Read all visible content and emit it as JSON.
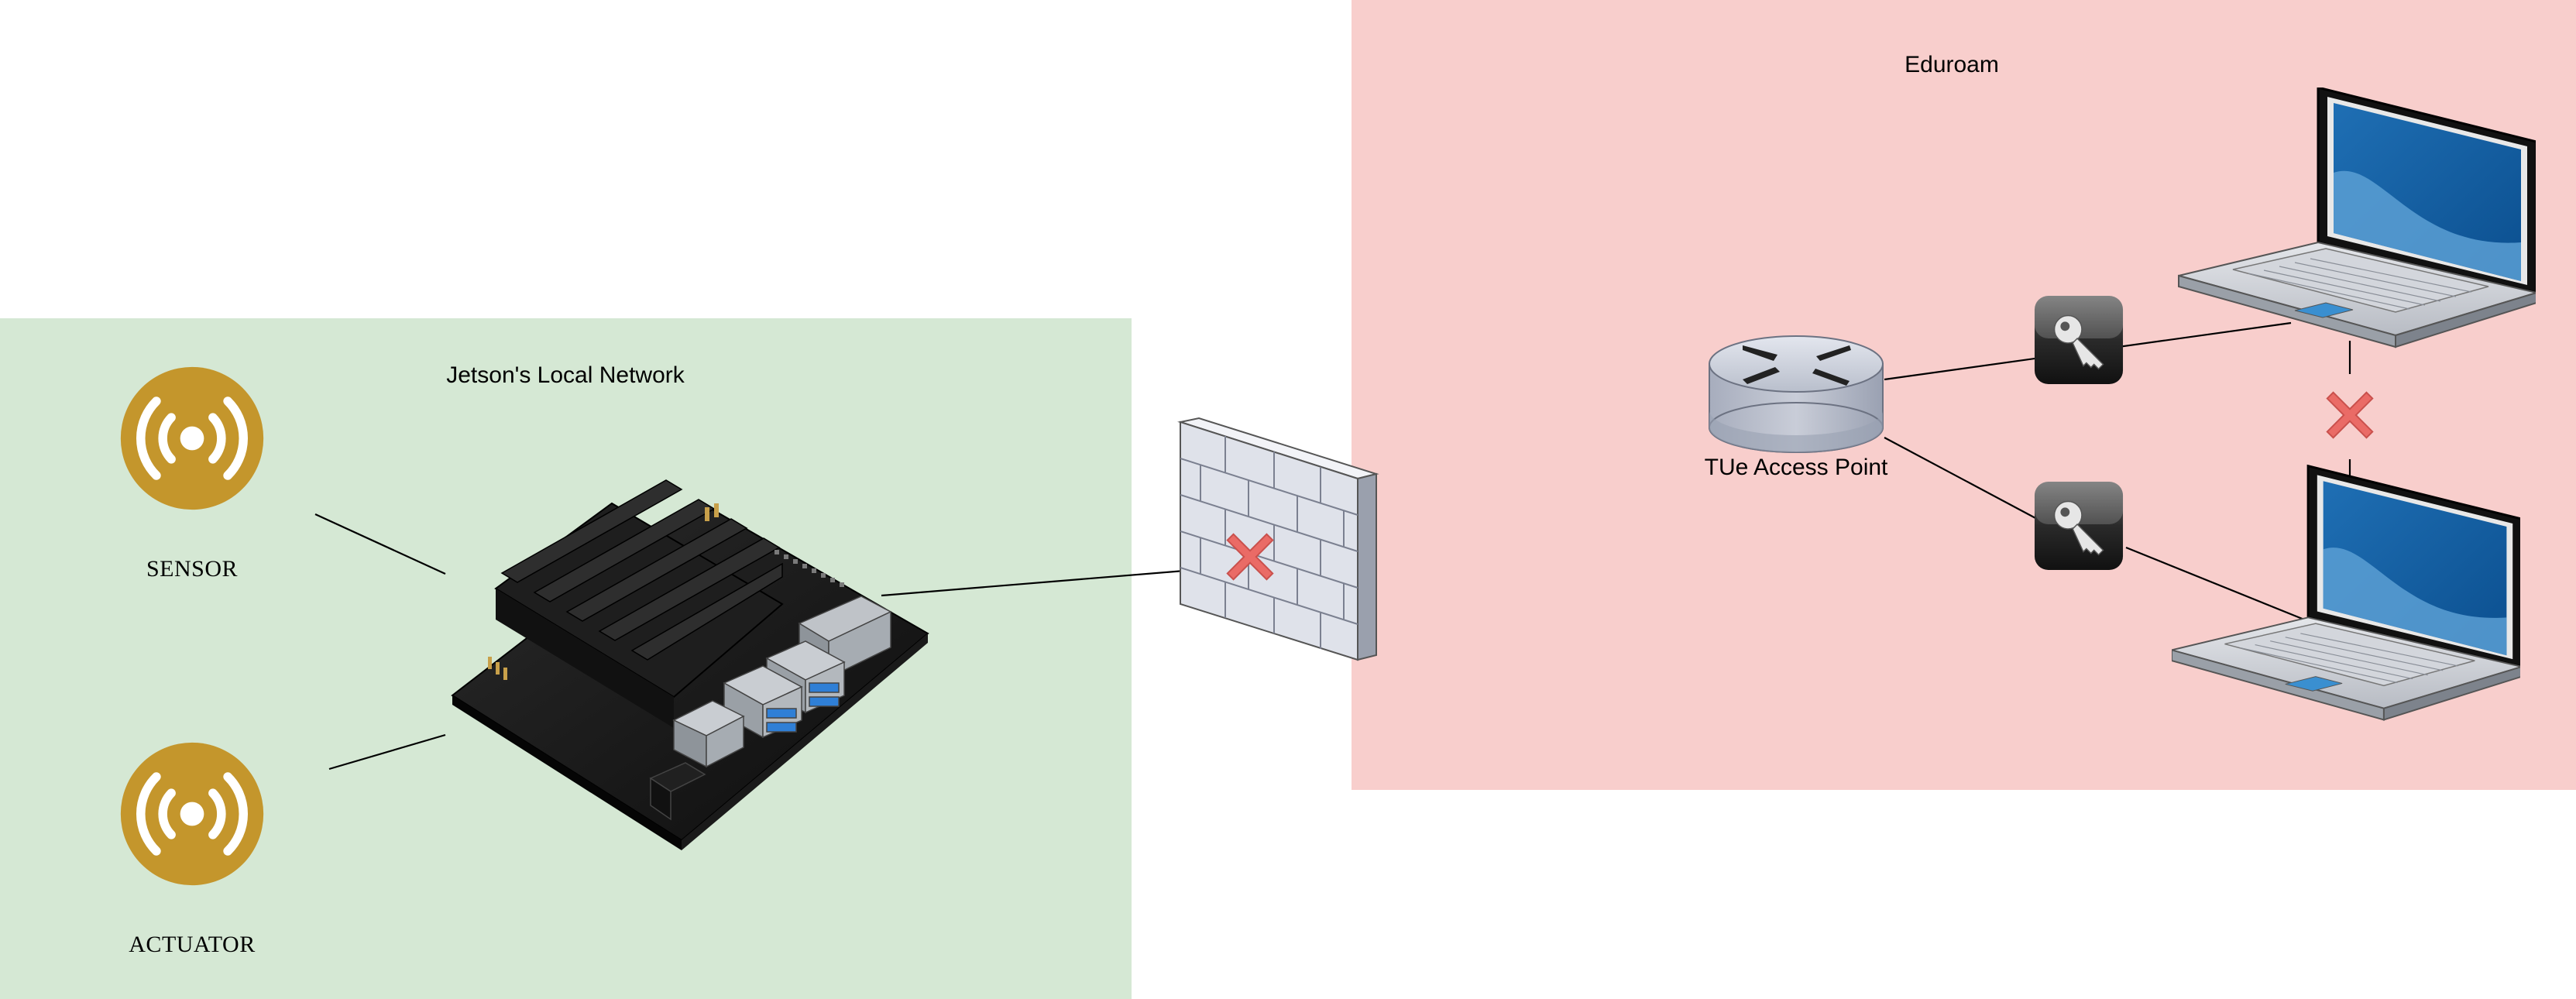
{
  "zones": {
    "local": {
      "title": "Jetson's Local Network"
    },
    "eduroam": {
      "title": "Eduroam"
    }
  },
  "nodes": {
    "sensor": {
      "label": "SENSOR",
      "icon": "wireless-broadcast-icon"
    },
    "actuator": {
      "label": "ACTUATOR",
      "icon": "wireless-broadcast-icon"
    },
    "jetson": {
      "icon": "jetson-board-icon"
    },
    "firewall": {
      "icon": "firewall-icon",
      "blocked": true
    },
    "access_point": {
      "label": "TUe Access Point",
      "icon": "router-icon"
    },
    "key_top": {
      "icon": "key-icon"
    },
    "key_bottom": {
      "icon": "key-icon"
    },
    "laptop_top": {
      "icon": "laptop-icon"
    },
    "laptop_bottom": {
      "icon": "laptop-icon"
    }
  },
  "edges": [
    {
      "from": "sensor",
      "to": "jetson"
    },
    {
      "from": "actuator",
      "to": "jetson"
    },
    {
      "from": "jetson",
      "to": "firewall",
      "blocked": true
    },
    {
      "from": "access_point",
      "to": "laptop_top",
      "via": "key_top"
    },
    {
      "from": "access_point",
      "to": "laptop_bottom",
      "via": "key_bottom"
    },
    {
      "from": "laptop_top",
      "to": "laptop_bottom",
      "blocked": true
    }
  ],
  "colors": {
    "local_zone": "#d5e8d4",
    "eduroam_zone": "#f8cecc",
    "wireless_icon": "#c4962c",
    "blocked_mark": "#ea6b66",
    "screen_blue": "#1f6fb4"
  }
}
